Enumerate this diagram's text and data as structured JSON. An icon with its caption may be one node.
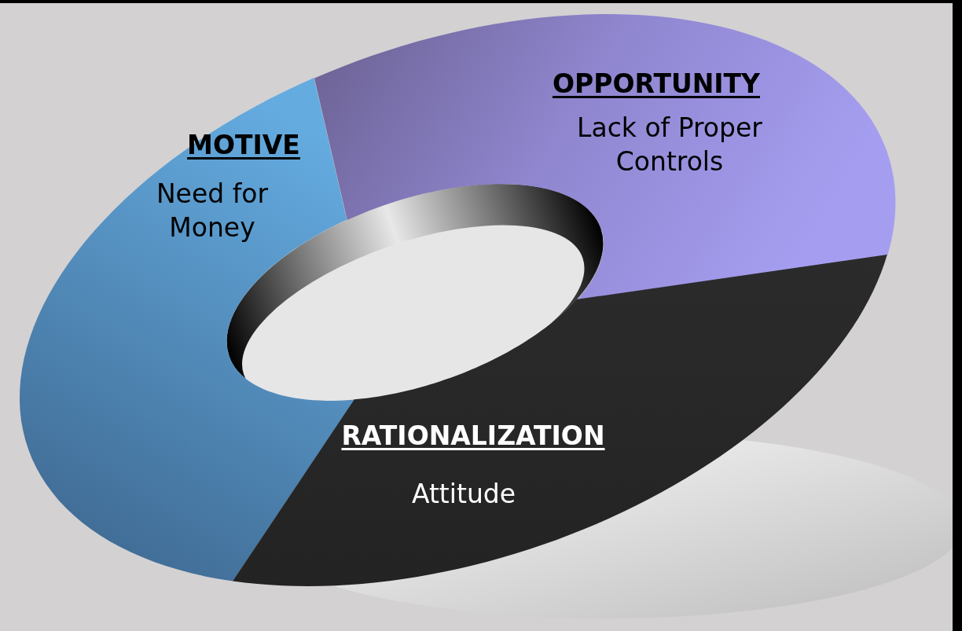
{
  "diagram": {
    "nodes": [
      {
        "text": [
          "MOTIVE",
          "Need for Money"
        ]
      },
      {
        "text": [
          "OPPORTUNITY",
          "Lack of Proper Controls"
        ]
      },
      {
        "text": [
          "RATIONALIZATION",
          "Attitude"
        ]
      }
    ]
  }
}
